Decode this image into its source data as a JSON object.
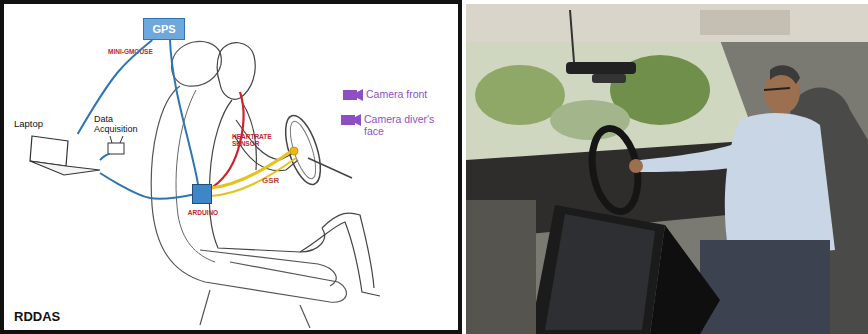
{
  "diagram": {
    "nodes": [
      {
        "text": [
          "GPS"
        ]
      },
      {
        "text": [
          "Laptop"
        ]
      },
      {
        "text": [
          "ARDUINO"
        ]
      }
    ],
    "edges": [
      {
        "from": 0,
        "to": 1,
        "arrow": "none"
      },
      {
        "from": 1,
        "to": 2,
        "arrow": "none"
      }
    ],
    "labels": [
      "MINI-GMOUSE",
      "HEARTRATE SENSOR",
      "Data Acquisition",
      "GSR",
      "Camera front",
      "Camera diver's face",
      "RDDAS"
    ]
  }
}
